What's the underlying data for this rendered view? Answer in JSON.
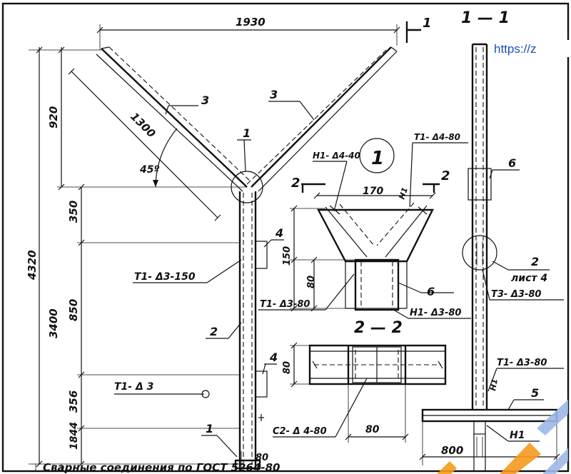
{
  "url_text": "https://z",
  "section_1_1": "1 — 1",
  "section_2_2": "2 — 2",
  "dimensions": {
    "top_width": "1930",
    "height_920": "920",
    "total_height": "4320",
    "diag_1300": "1300",
    "angle": "45º",
    "height_350": "350",
    "height_3400": "3400",
    "height_850": "850",
    "height_356": "356",
    "height_1844": "1844",
    "bottom_80": "80",
    "node_170": "170",
    "node_150": "150",
    "node_80": "80",
    "sect_80_v": "80",
    "sect_80_h": "80",
    "base_800": "800"
  },
  "welds": {
    "t1_3_150": "Т1- Δ3-150",
    "t1_3": "Т1- Δ 3",
    "h1_4_40": "Н1- Δ4-40",
    "t1_4_80": "Т1- Δ4-80",
    "t1_3_80": "Т1- Δ3-80",
    "h1_3_80": "Н1- Δ3-80",
    "c2_4_80": "С2- Δ 4-80",
    "t3_3_80": "Т3- Δ3-80",
    "t1_3_80_right": "Т1- Δ3-80",
    "n1": "Н1",
    "n1_node": "Н1",
    "n1_vert": "Н1"
  },
  "callouts": {
    "cut_1": "1",
    "node_1": "1",
    "node_detail": "1",
    "part_3_left": "3",
    "part_3_right": "3",
    "part_4_top": "4",
    "part_4_bottom": "4",
    "part_2": "2",
    "part_1_bottom": "1",
    "part_6_node": "6",
    "part_6_right": "6",
    "part_5": "5",
    "cut_2_left": "2",
    "cut_2_right": "2",
    "detail_2": "2",
    "sheet_4": "лист 4"
  },
  "footer": "Сварные соединения по ГОСТ  5264-80"
}
